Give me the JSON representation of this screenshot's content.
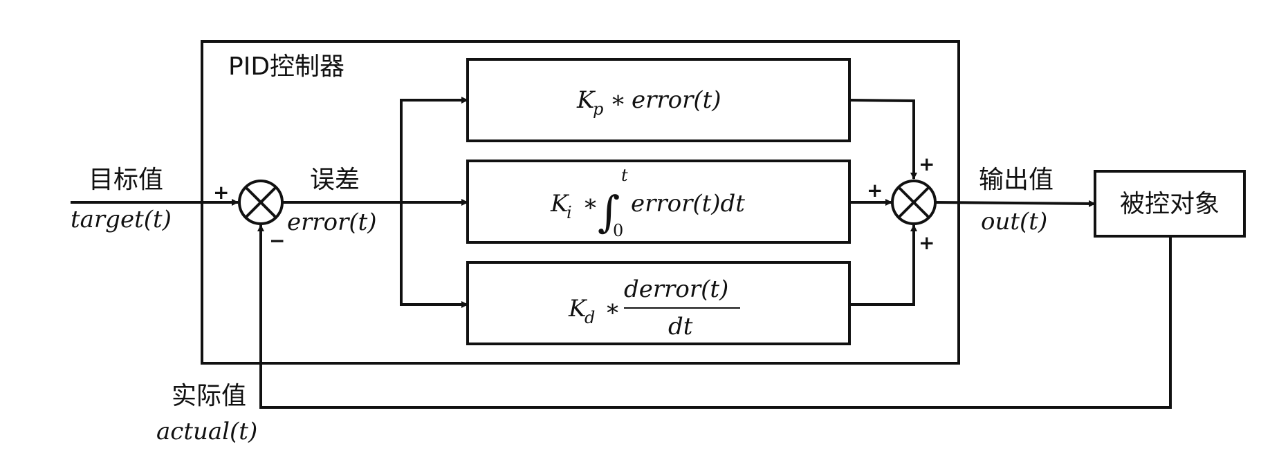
{
  "controller": {
    "title": "PID控制器"
  },
  "input": {
    "label": "目标值",
    "symbol": "target(t)"
  },
  "error": {
    "label": "误差",
    "symbol": "error(t)"
  },
  "output": {
    "label": "输出值",
    "symbol": "out(t)"
  },
  "feedback": {
    "label": "实际值",
    "symbol": "actual(t)"
  },
  "plant": {
    "label": "被控对象"
  },
  "signs": {
    "plus": "+",
    "minus": "−"
  },
  "terms": {
    "proportional": {
      "gain": "K",
      "sub": "p",
      "op": "∗",
      "expr": "error(t)"
    },
    "integral": {
      "gain": "K",
      "sub": "i",
      "op": "∗",
      "integral": "∫",
      "upper": "t",
      "lower": "0",
      "expr": "error(t)dt"
    },
    "derivative": {
      "gain": "K",
      "sub": "d",
      "op": "∗",
      "numerator": "derror(t)",
      "denominator": "dt"
    }
  }
}
